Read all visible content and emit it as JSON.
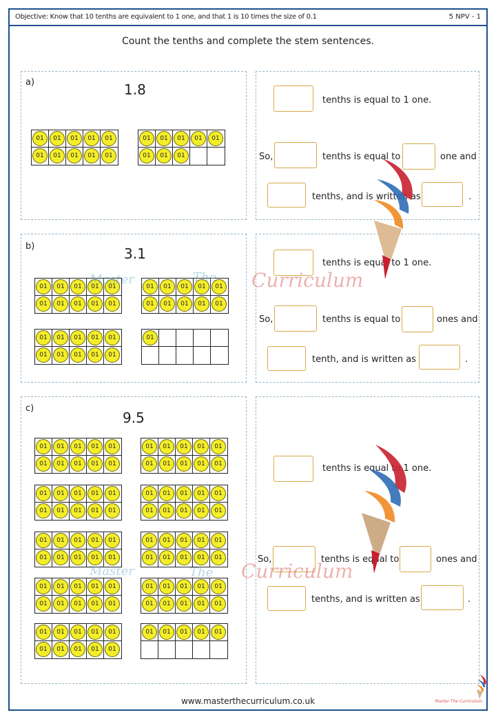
{
  "header": {
    "objective": "Objective: Know that 10 tenths are equivalent to 1 one, and that 1 is 10 times the size of 0.1",
    "code": "5 NPV - 1"
  },
  "instruction": "Count the tenths and complete the stem sentences.",
  "counter_label": "01",
  "parts": [
    {
      "label": "a)",
      "number": "1.8",
      "frame_fill_counts": [
        10,
        8
      ],
      "sentences": [
        "tenths is equal to 1 one.",
        "So,",
        "tenths is equal to",
        "one and",
        "tenths, and is written as",
        "."
      ]
    },
    {
      "label": "b)",
      "number": "3.1",
      "frame_fill_counts": [
        10,
        10,
        10,
        1
      ],
      "sentences": [
        "tenths is equal to 1 one.",
        "So,",
        "tenths is equal to",
        "ones and",
        "tenth, and is written as",
        "."
      ]
    },
    {
      "label": "c)",
      "number": "9.5",
      "frame_fill_counts": [
        10,
        10,
        10,
        10,
        10,
        10,
        10,
        10,
        10,
        5
      ],
      "sentences": [
        "tenths is equal to 1 one.",
        "So,",
        "tenths is equal to",
        "ones and",
        "tenths, and is written as",
        "."
      ]
    }
  ],
  "watermark": {
    "word1": "Master",
    "word2": "The",
    "word3": "Curriculum"
  },
  "footer": {
    "url": "www.masterthecurriculum.co.uk",
    "brand": "Master The Curriculum"
  }
}
